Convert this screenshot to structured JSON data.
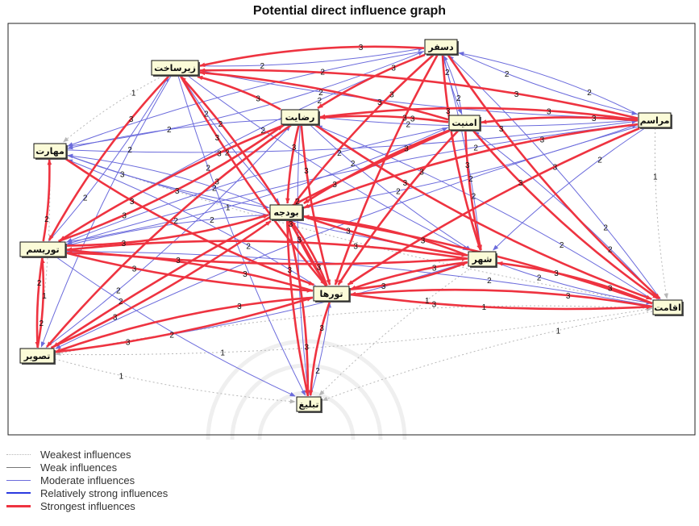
{
  "title": "Potential direct influence graph",
  "palette": {
    "weakest": "#b8b8b8",
    "weak": "#777777",
    "moderate": "#6b6bdc",
    "relatively_strong": "#2b3ae0",
    "strongest": "#ee3340",
    "node_fill": "#fbfbd8",
    "node_border": "#111111",
    "frame": "#222222"
  },
  "legend": [
    {
      "label": "Weakest influences",
      "level": "weakest"
    },
    {
      "label": "Weak influences",
      "level": "weak"
    },
    {
      "label": "Moderate influences",
      "level": "moderate"
    },
    {
      "label": "Relatively strong influences",
      "level": "relatively_strong"
    },
    {
      "label": "Strongest influences",
      "level": "strongest"
    }
  ],
  "nodes": [
    {
      "id": "dastafar",
      "label": "دسفر"
    },
    {
      "id": "barsakht",
      "label": "زیرساخت"
    },
    {
      "id": "rezayat",
      "label": "رضایت"
    },
    {
      "id": "amniyat",
      "label": "امنیت"
    },
    {
      "id": "marasem",
      "label": "مراسم"
    },
    {
      "id": "maharat",
      "label": "مهارت"
    },
    {
      "id": "budjeh",
      "label": "بودجه"
    },
    {
      "id": "tourism",
      "label": "توریسم"
    },
    {
      "id": "shahr",
      "label": "شهر"
    },
    {
      "id": "tourha",
      "label": "تورها"
    },
    {
      "id": "eqamat",
      "label": "اقامت"
    },
    {
      "id": "tasvir",
      "label": "تصویر"
    },
    {
      "id": "tabligh",
      "label": "تبلیغ"
    }
  ],
  "edges": [
    {
      "from": "barsakht",
      "to": "dastafar",
      "level": "moderate",
      "label": "2"
    },
    {
      "from": "dastafar",
      "to": "barsakht",
      "level": "strongest",
      "label": "3"
    },
    {
      "from": "dastafar",
      "to": "rezayat",
      "level": "strongest",
      "label": "3"
    },
    {
      "from": "dastafar",
      "to": "amniyat",
      "level": "moderate",
      "label": "2"
    },
    {
      "from": "dastafar",
      "to": "marasem",
      "level": "moderate",
      "label": "2"
    },
    {
      "from": "dastafar",
      "to": "budjeh",
      "level": "strongest",
      "label": "3"
    },
    {
      "from": "dastafar",
      "to": "tourha",
      "level": "strongest",
      "label": "3"
    },
    {
      "from": "dastafar",
      "to": "shahr",
      "level": "strongest",
      "label": "3"
    },
    {
      "from": "dastafar",
      "to": "eqamat",
      "level": "strongest",
      "label": "3"
    },
    {
      "from": "dastafar",
      "to": "tourism",
      "level": "moderate",
      "label": "2"
    },
    {
      "from": "dastafar",
      "to": "maharat",
      "level": "moderate",
      "label": "2"
    },
    {
      "from": "amniyat",
      "to": "barsakht",
      "level": "strongest",
      "label": "3"
    },
    {
      "from": "amniyat",
      "to": "dastafar",
      "level": "moderate",
      "label": "2"
    },
    {
      "from": "amniyat",
      "to": "rezayat",
      "level": "strongest",
      "label": "3"
    },
    {
      "from": "amniyat",
      "to": "budjeh",
      "level": "strongest",
      "label": "3"
    },
    {
      "from": "amniyat",
      "to": "tourha",
      "level": "strongest",
      "label": "3"
    },
    {
      "from": "amniyat",
      "to": "shahr",
      "level": "strongest",
      "label": "3"
    },
    {
      "from": "amniyat",
      "to": "eqamat",
      "level": "strongest",
      "label": "3"
    },
    {
      "from": "amniyat",
      "to": "tourism",
      "level": "moderate",
      "label": "2"
    },
    {
      "from": "amniyat",
      "to": "tasvir",
      "level": "strongest",
      "label": "3"
    },
    {
      "from": "marasem",
      "to": "amniyat",
      "level": "strongest",
      "label": "3"
    },
    {
      "from": "marasem",
      "to": "barsakht",
      "level": "strongest",
      "label": "3"
    },
    {
      "from": "marasem",
      "to": "rezayat",
      "level": "strongest",
      "label": "3"
    },
    {
      "from": "marasem",
      "to": "budjeh",
      "level": "strongest",
      "label": "3"
    },
    {
      "from": "marasem",
      "to": "tourha",
      "level": "strongest",
      "label": "3"
    },
    {
      "from": "marasem",
      "to": "shahr",
      "level": "moderate",
      "label": "2"
    },
    {
      "from": "marasem",
      "to": "eqamat",
      "level": "weakest",
      "label": "1"
    },
    {
      "from": "marasem",
      "to": "tourism",
      "level": "moderate",
      "label": "2"
    },
    {
      "from": "marasem",
      "to": "tasvir",
      "level": "moderate",
      "label": "2"
    },
    {
      "from": "rezayat",
      "to": "barsakht",
      "level": "strongest",
      "label": "3"
    },
    {
      "from": "rezayat",
      "to": "maharat",
      "level": "moderate",
      "label": "2"
    },
    {
      "from": "rezayat",
      "to": "tourism",
      "level": "strongest",
      "label": "3"
    },
    {
      "from": "rezayat",
      "to": "budjeh",
      "level": "strongest",
      "label": "3"
    },
    {
      "from": "rezayat",
      "to": "tourha",
      "level": "strongest",
      "label": "3"
    },
    {
      "from": "rezayat",
      "to": "shahr",
      "level": "moderate",
      "label": "2"
    },
    {
      "from": "rezayat",
      "to": "eqamat",
      "level": "strongest",
      "label": "3"
    },
    {
      "from": "rezayat",
      "to": "tasvir",
      "level": "strongest",
      "label": "3"
    },
    {
      "from": "rezayat",
      "to": "tabligh",
      "level": "moderate",
      "label": "2"
    },
    {
      "from": "barsakht",
      "to": "maharat",
      "level": "weakest",
      "label": "1"
    },
    {
      "from": "barsakht",
      "to": "budjeh",
      "level": "moderate",
      "label": "2"
    },
    {
      "from": "barsakht",
      "to": "shahr",
      "level": "moderate",
      "label": "2"
    },
    {
      "from": "barsakht",
      "to": "tourism",
      "level": "strongest",
      "label": "3"
    },
    {
      "from": "barsakht",
      "to": "tasvir",
      "level": "moderate",
      "label": "2"
    },
    {
      "from": "barsakht",
      "to": "tabligh",
      "level": "moderate",
      "label": "2"
    },
    {
      "from": "barsakht",
      "to": "tourha",
      "level": "strongest",
      "label": "3"
    },
    {
      "from": "maharat",
      "to": "budjeh",
      "level": "moderate",
      "label": "3"
    },
    {
      "from": "maharat",
      "to": "tourha",
      "level": "strongest",
      "label": "3"
    },
    {
      "from": "maharat",
      "to": "dastafar",
      "level": "moderate",
      "label": "2"
    },
    {
      "from": "tourism",
      "to": "maharat",
      "level": "strongest",
      "label": "2"
    },
    {
      "from": "tourism",
      "to": "barsakht",
      "level": "moderate",
      "label": "2"
    },
    {
      "from": "tourism",
      "to": "rezayat",
      "level": "strongest",
      "label": "3"
    },
    {
      "from": "tourism",
      "to": "budjeh",
      "level": "strongest",
      "label": "3"
    },
    {
      "from": "tourism",
      "to": "tourha",
      "level": "strongest",
      "label": "3"
    },
    {
      "from": "tourism",
      "to": "shahr",
      "level": "strongest",
      "label": "3"
    },
    {
      "from": "tourism",
      "to": "tabligh",
      "level": "moderate",
      "label": "2"
    },
    {
      "from": "tourism",
      "to": "tasvir",
      "level": "strongest",
      "label": "2"
    },
    {
      "from": "tasvir",
      "to": "tourism",
      "level": "strongest",
      "label": "2"
    },
    {
      "from": "tasvir",
      "to": "maharat",
      "level": "weakest",
      "label": "1"
    },
    {
      "from": "tasvir",
      "to": "budjeh",
      "level": "strongest",
      "label": "3"
    },
    {
      "from": "tasvir",
      "to": "tourha",
      "level": "strongest",
      "label": "3"
    },
    {
      "from": "tasvir",
      "to": "tabligh",
      "level": "weakest",
      "label": "1"
    },
    {
      "from": "tasvir",
      "to": "eqamat",
      "level": "weakest",
      "label": "1"
    },
    {
      "from": "tasvir",
      "to": "rezayat",
      "level": "moderate",
      "label": "2"
    },
    {
      "from": "budjeh",
      "to": "tourha",
      "level": "strongest",
      "label": "3"
    },
    {
      "from": "budjeh",
      "to": "tabligh",
      "level": "strongest",
      "label": "3"
    },
    {
      "from": "budjeh",
      "to": "shahr",
      "level": "strongest",
      "label": "3"
    },
    {
      "from": "budjeh",
      "to": "tourism",
      "level": "moderate",
      "label": "2"
    },
    {
      "from": "budjeh",
      "to": "maharat",
      "level": "moderate",
      "label": "2"
    },
    {
      "from": "shahr",
      "to": "budjeh",
      "level": "strongest",
      "label": "3"
    },
    {
      "from": "shahr",
      "to": "tourha",
      "level": "strongest",
      "label": "3"
    },
    {
      "from": "shahr",
      "to": "tourism",
      "level": "strongest",
      "label": "3"
    },
    {
      "from": "shahr",
      "to": "eqamat",
      "level": "moderate",
      "label": "2"
    },
    {
      "from": "shahr",
      "to": "tabligh",
      "level": "weakest",
      "label": "1"
    },
    {
      "from": "shahr",
      "to": "dastafar",
      "level": "moderate",
      "label": "2"
    },
    {
      "from": "tourha",
      "to": "shahr",
      "level": "strongest",
      "label": "3"
    },
    {
      "from": "tourha",
      "to": "budjeh",
      "level": "strongest",
      "label": "3"
    },
    {
      "from": "tourha",
      "to": "tabligh",
      "level": "strongest",
      "label": "3"
    },
    {
      "from": "tourha",
      "to": "eqamat",
      "level": "strongest",
      "label": "3"
    },
    {
      "from": "tourha",
      "to": "tourism",
      "level": "strongest",
      "label": "3"
    },
    {
      "from": "tourha",
      "to": "tasvir",
      "level": "strongest",
      "label": "3"
    },
    {
      "from": "tourha",
      "to": "barsakht",
      "level": "strongest",
      "label": "3"
    },
    {
      "from": "tourha",
      "to": "maharat",
      "level": "moderate",
      "label": "2"
    },
    {
      "from": "eqamat",
      "to": "tourha",
      "level": "strongest",
      "label": "3"
    },
    {
      "from": "eqamat",
      "to": "shahr",
      "level": "strongest",
      "label": "3"
    },
    {
      "from": "eqamat",
      "to": "budjeh",
      "level": "strongest",
      "label": "3"
    },
    {
      "from": "eqamat",
      "to": "tasvir",
      "level": "weakest",
      "label": "1"
    },
    {
      "from": "eqamat",
      "to": "tourism",
      "level": "moderate",
      "label": "2"
    },
    {
      "from": "eqamat",
      "to": "tabligh",
      "level": "weakest",
      "label": "1"
    },
    {
      "from": "eqamat",
      "to": "dastafar",
      "level": "moderate",
      "label": "2"
    },
    {
      "from": "eqamat",
      "to": "amniyat",
      "level": "moderate",
      "label": "2"
    },
    {
      "from": "eqamat",
      "to": "rezayat",
      "level": "moderate",
      "label": "2"
    },
    {
      "from": "tabligh",
      "to": "tourha",
      "level": "moderate",
      "label": "2"
    },
    {
      "from": "tabligh",
      "to": "budjeh",
      "level": "strongest",
      "label": "3"
    },
    {
      "from": "marasem",
      "to": "dastafar",
      "level": "moderate",
      "label": "2"
    },
    {
      "from": "tourism",
      "to": "amniyat",
      "level": "moderate",
      "label": "2"
    },
    {
      "from": "budjeh",
      "to": "marasem",
      "level": "moderate",
      "label": "2"
    },
    {
      "from": "maharat",
      "to": "shahr",
      "level": "moderate",
      "label": "3"
    },
    {
      "from": "maharat",
      "to": "marasem",
      "level": "moderate",
      "label": "2"
    },
    {
      "from": "tasvir",
      "to": "shahr",
      "level": "moderate",
      "label": "2"
    },
    {
      "from": "barsakht",
      "to": "marasem",
      "level": "moderate",
      "label": "2"
    },
    {
      "from": "rezayat",
      "to": "marasem",
      "level": "moderate",
      "label": "2"
    },
    {
      "from": "maharat",
      "to": "eqamat",
      "level": "weakest",
      "label": "1"
    }
  ]
}
